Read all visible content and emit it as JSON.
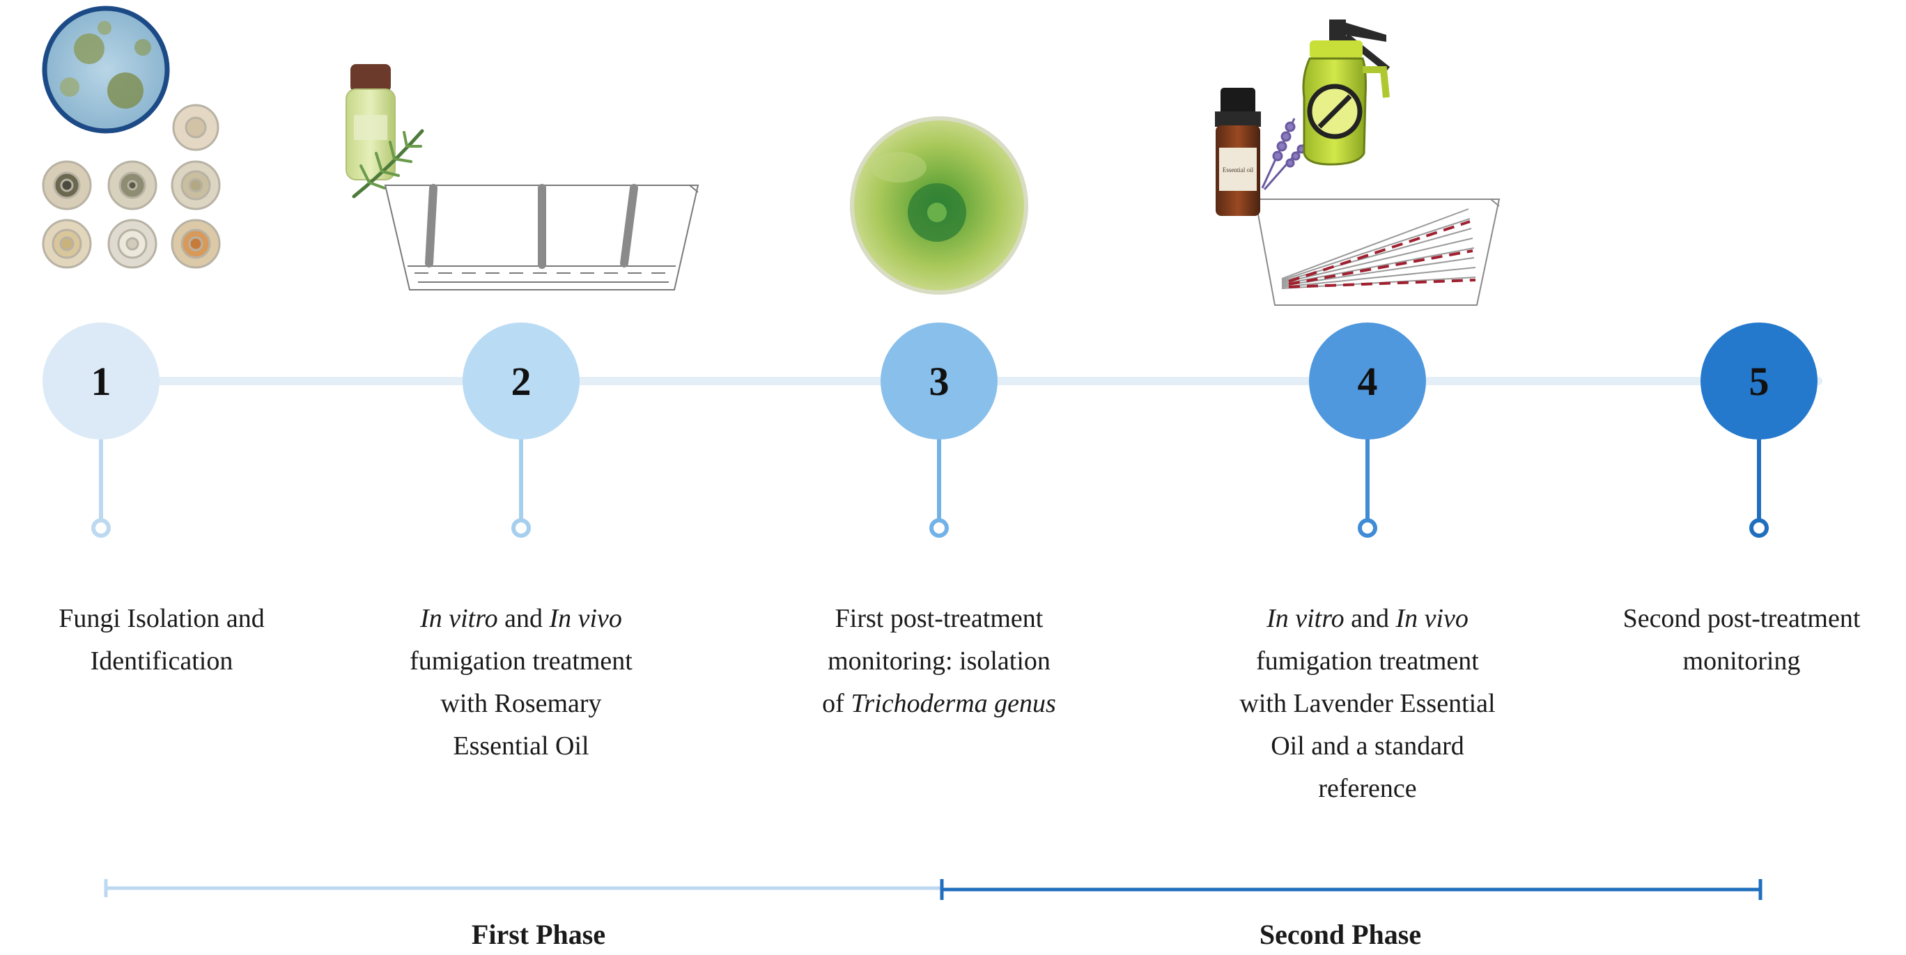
{
  "steps": [
    {
      "number": "1",
      "color": "#dbeaf6",
      "stem": "#bcd9f0",
      "parts": [
        {
          "t": "Fungi Isolation and",
          "i": false
        },
        {
          "br": true
        },
        {
          "t": "Identification",
          "i": false
        }
      ]
    },
    {
      "number": "2",
      "color": "#b9dbf4",
      "stem": "#a6cfee",
      "parts": [
        {
          "t": "In vitro",
          "i": true
        },
        {
          "t": " and ",
          "i": false
        },
        {
          "t": "In vivo",
          "i": true
        },
        {
          "br": true
        },
        {
          "t": "fumigation treatment",
          "i": false
        },
        {
          "br": true
        },
        {
          "t": "with Rosemary",
          "i": false
        },
        {
          "br": true
        },
        {
          "t": "Essential Oil",
          "i": false
        }
      ]
    },
    {
      "number": "3",
      "color": "#88bfeb",
      "stem": "#72b2e6",
      "parts": [
        {
          "t": "First post-treatment",
          "i": false
        },
        {
          "br": true
        },
        {
          "t": "monitoring:  isolation",
          "i": false
        },
        {
          "br": true
        },
        {
          "t": "of ",
          "i": false
        },
        {
          "t": "Trichoderma genus",
          "i": true
        }
      ]
    },
    {
      "number": "4",
      "color": "#4f98dd",
      "stem": "#3f8bd6",
      "parts": [
        {
          "t": "In vitro",
          "i": true
        },
        {
          "t": " and ",
          "i": false
        },
        {
          "t": "In vivo",
          "i": true
        },
        {
          "br": true
        },
        {
          "t": "fumigation treatment",
          "i": false
        },
        {
          "br": true
        },
        {
          "t": "with Lavender Essential",
          "i": false
        },
        {
          "br": true
        },
        {
          "t": "Oil and a standard",
          "i": false
        },
        {
          "br": true
        },
        {
          "t": "reference",
          "i": false
        }
      ]
    },
    {
      "number": "5",
      "color": "#2479cc",
      "stem": "#1f6fbe",
      "parts": [
        {
          "t": "Second post-treatment",
          "i": false
        },
        {
          "br": true
        },
        {
          "t": "monitoring",
          "i": false
        }
      ]
    }
  ],
  "phases": {
    "first": {
      "label": "First Phase",
      "color": "#bcd9f0"
    },
    "second": {
      "label": "Second Phase",
      "color": "#1f6fbe"
    }
  },
  "illustrations": {
    "bottle_label": "Essential oil"
  },
  "colors": {
    "timeline": "#e3eef7",
    "text": "#1a1a1a"
  }
}
